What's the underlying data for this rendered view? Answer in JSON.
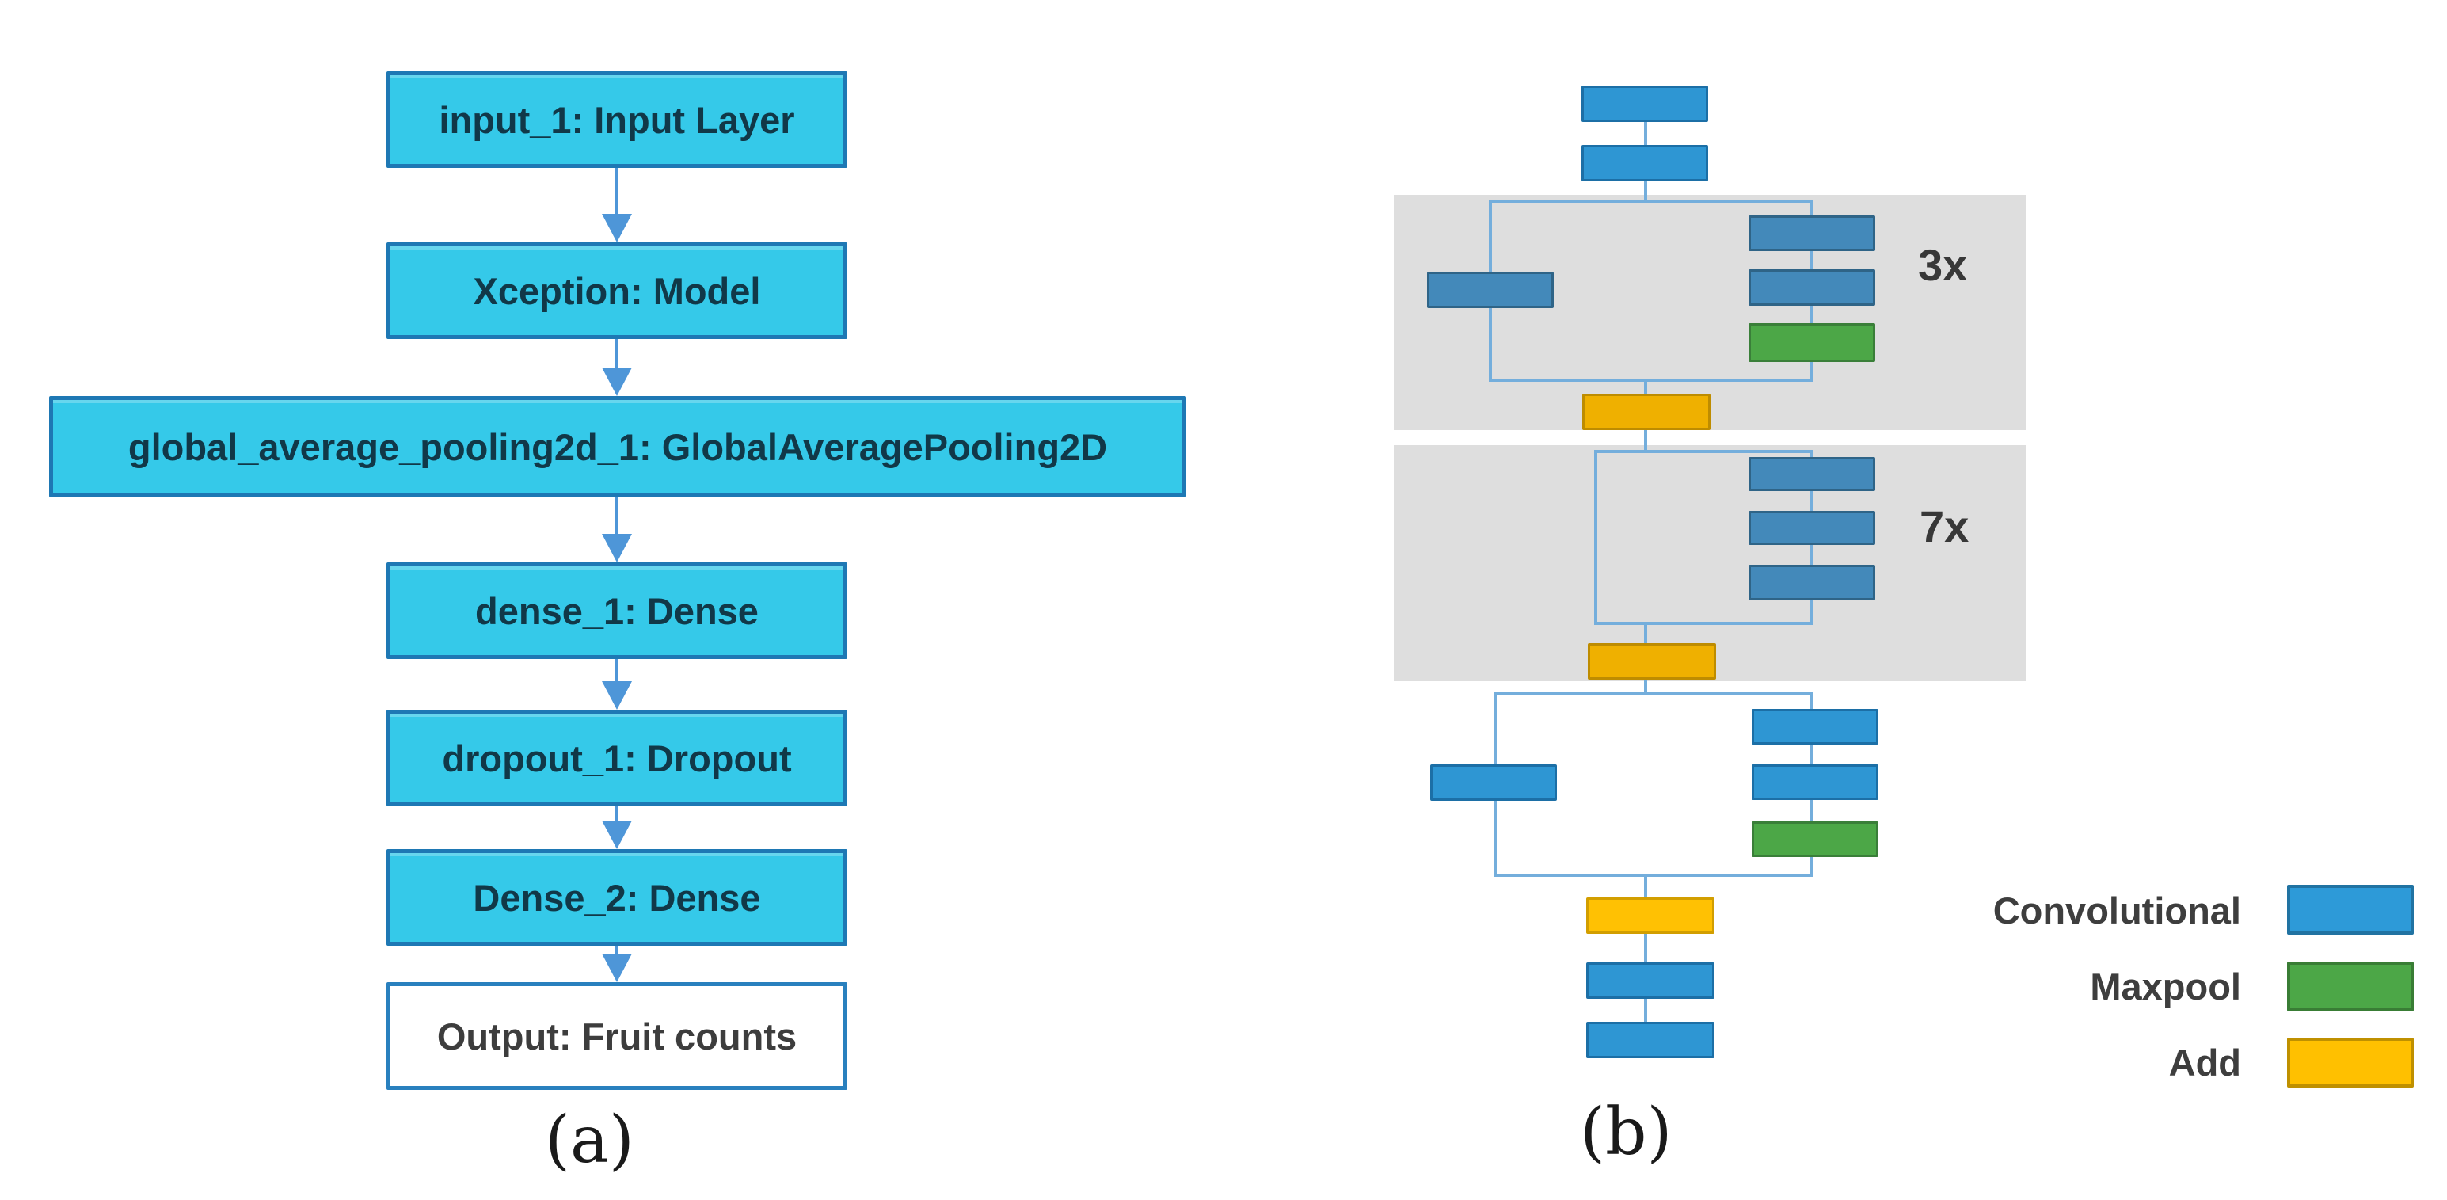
{
  "figure": {
    "panel_a": {
      "caption": "(a)",
      "boxes": [
        {
          "id": "input_1",
          "text": "input_1: Input Layer"
        },
        {
          "id": "xception",
          "text": "Xception: Model"
        },
        {
          "id": "gap2d",
          "text": "global_average_pooling2d_1: GlobalAveragePooling2D"
        },
        {
          "id": "dense_1",
          "text": "dense_1: Dense"
        },
        {
          "id": "dropout_1",
          "text": "dropout_1: Dropout"
        },
        {
          "id": "dense_2",
          "text": "Dense_2: Dense"
        },
        {
          "id": "output",
          "text": "Output: Fruit counts"
        }
      ]
    },
    "panel_b": {
      "caption": "(b)",
      "block_repeat_labels": [
        "3x",
        "7x"
      ],
      "legend": [
        {
          "label": "Convolutional",
          "color": "#2D9AD8"
        },
        {
          "label": "Maxpool",
          "color": "#4CA747"
        },
        {
          "label": "Add",
          "color": "#FFC000"
        }
      ]
    },
    "colors": {
      "flow_box_fill": "#35C9E9",
      "flow_box_border": "#1E78B4",
      "flow_arrow": "#4E96D8",
      "conv_blue": "#2E96D3",
      "conv_blue_muted": "#4389BA",
      "maxpool_green": "#4CA747",
      "add_yellow": "#EFB000",
      "add_yellow_bright": "#FFC103",
      "repeat_block_gray": "#DEDEDE",
      "connector_blue": "#74AEDC"
    }
  }
}
